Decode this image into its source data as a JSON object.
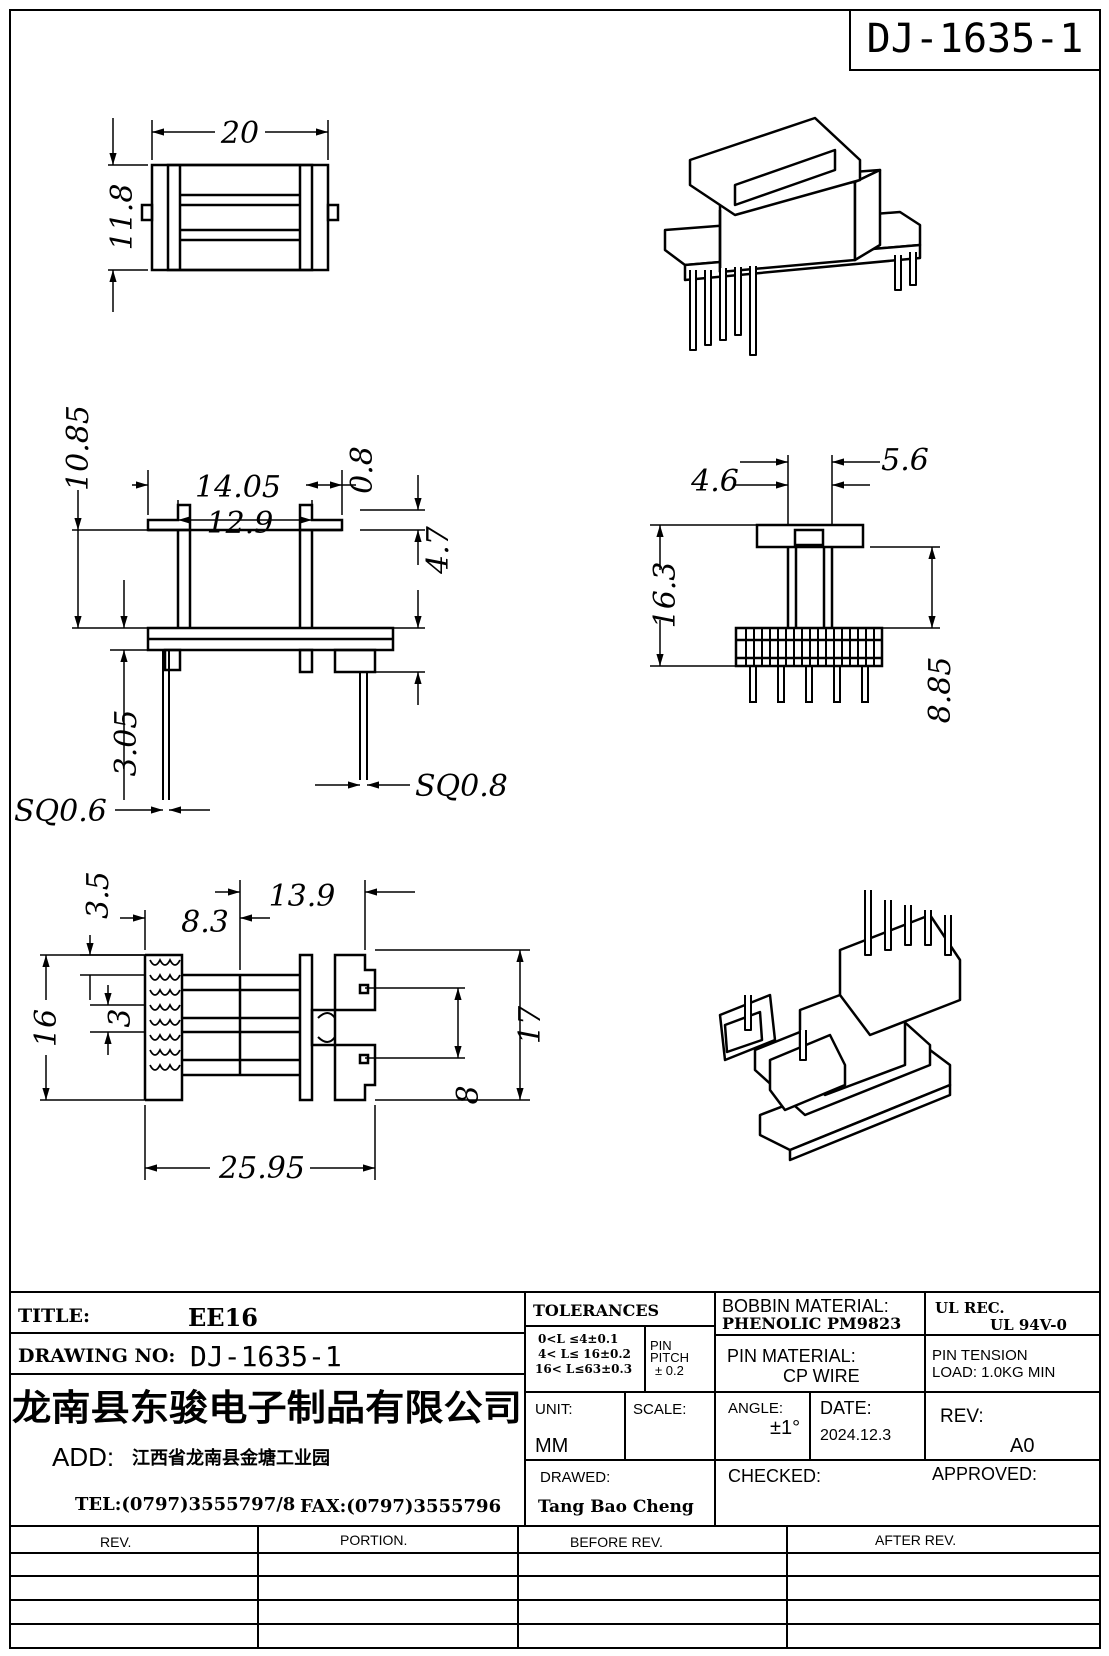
{
  "drawing_code": "DJ-1635-1",
  "dimensions": {
    "top_width": "20",
    "top_height": "11.8",
    "front_top": "10.85",
    "front_width_outer": "14.05",
    "front_width_inner": "12.9",
    "front_gap": "0.8",
    "front_mid": "4.7",
    "front_pin_len": "3.05",
    "front_sq_left": "SQ0.6",
    "front_sq_right": "SQ0.8",
    "side_46": "4.6",
    "side_56": "5.6",
    "side_height": "16.3",
    "side_pin": "8.85",
    "bottom_35": "3.5",
    "bottom_139": "13.9",
    "bottom_83": "8.3",
    "bottom_16": "16",
    "bottom_3": "3",
    "bottom_17": "17",
    "bottom_8": "8",
    "bottom_2595": "25.95"
  },
  "title_block": {
    "title_label": "TITLE:",
    "title_value": "EE16",
    "drawing_no_label": "DRAWING NO:",
    "drawing_no_value": "DJ-1635-1",
    "company": "龙南县东骏电子制品有限公司",
    "add_label": "ADD:",
    "address": "江西省龙南县金塘工业园",
    "tel": "TEL:(0797)3555797/8",
    "fax": "FAX:(0797)3555796",
    "tolerances_label": "TOLERANCES",
    "tol_line1": "0<L ≤4±0.1",
    "tol_line2": "4< L≤ 16±0.2",
    "tol_line3": "16< L≤63±0.3",
    "pin_pitch_line1": "PIN",
    "pin_pitch_line2": "PITCH",
    "pin_pitch_line3": "± 0.2",
    "bobbin_material_label": "BOBBIN MATERIAL:",
    "bobbin_material_value": "PHENOLIC  PM9823",
    "ul_rec_label": "UL REC.",
    "ul_rec_value": "UL  94V-0",
    "pin_material_label": "PIN MATERIAL:",
    "pin_material_value": "CP WIRE",
    "pin_tension_label": "PIN  TENSION",
    "pin_tension_value": "LOAD:  1.0KG MIN",
    "unit_label": "UNIT:",
    "unit_value": "MM",
    "scale_label": "SCALE:",
    "angle_label": "ANGLE:",
    "angle_value": "±1°",
    "date_label": "DATE:",
    "date_value": "2024.12.3",
    "rev_label": "REV:",
    "rev_value": "A0",
    "drawed_label": "DRAWED:",
    "drawed_value": "Tang Bao Cheng",
    "checked_label": "CHECKED:",
    "approved_label": "APPROVED:"
  },
  "revision_table": {
    "headers": [
      "REV.",
      "PORTION.",
      "BEFORE REV.",
      "AFTER REV."
    ]
  }
}
